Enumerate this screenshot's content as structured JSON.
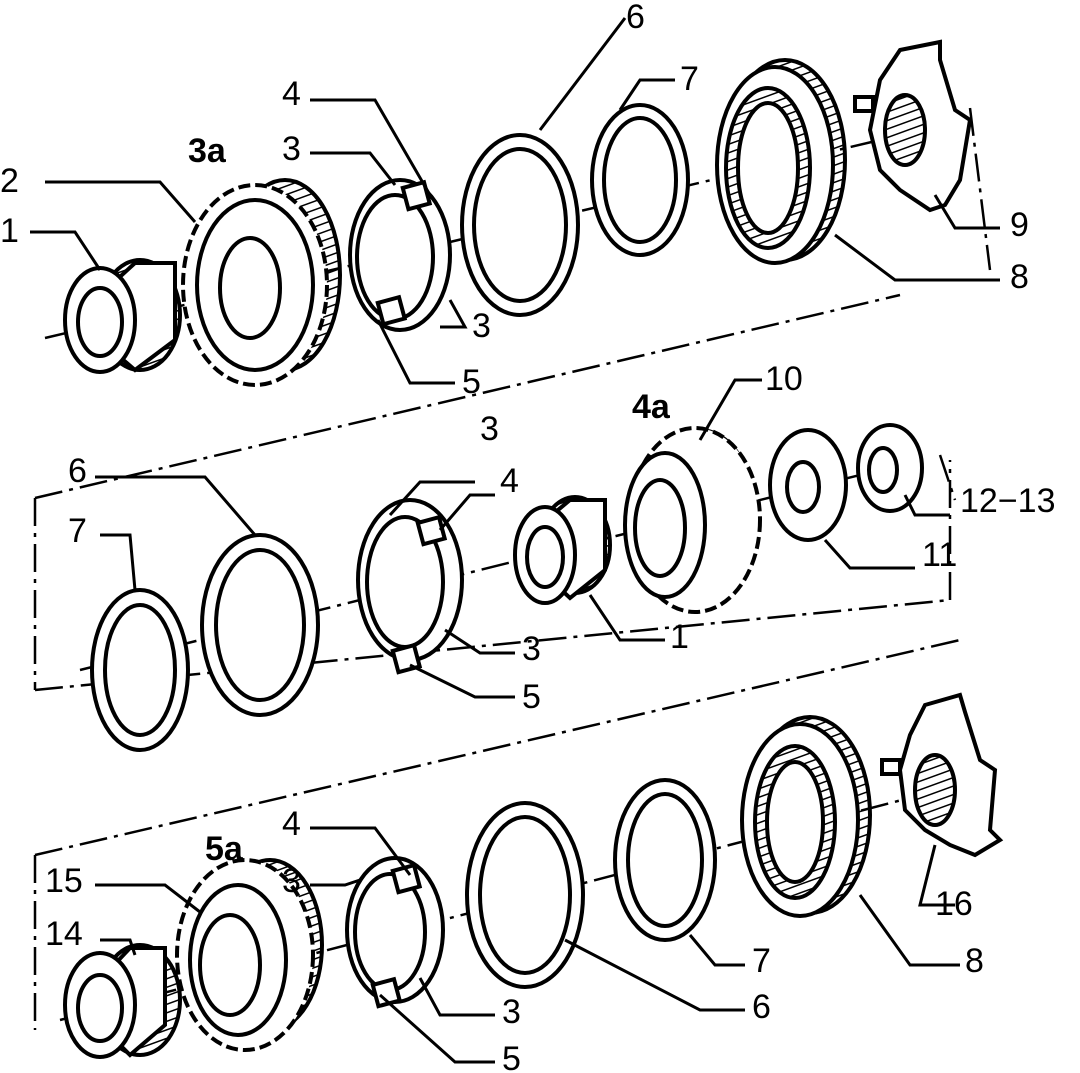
{
  "labels": {
    "row1": {
      "n1": "1",
      "n2": "2",
      "n3a": "3a",
      "n3_top": "3",
      "n4": "4",
      "n3_bottom": "3",
      "n5": "5",
      "n6": "6",
      "n7": "7",
      "n8": "8",
      "n9": "9"
    },
    "row2": {
      "n6": "6",
      "n7": "7",
      "n3_top": "3",
      "n4": "4",
      "n3_bottom": "3",
      "n5": "5",
      "n1": "1",
      "n4a": "4a",
      "n10": "10",
      "n11": "11",
      "n12_13": "12−13"
    },
    "row3": {
      "n4": "4",
      "n5a": "5a",
      "n3_top": "3",
      "n15": "15",
      "n14": "14",
      "n3_bottom": "3",
      "n5": "5",
      "n6": "6",
      "n7": "7",
      "n8": "8",
      "n16": "16"
    }
  }
}
